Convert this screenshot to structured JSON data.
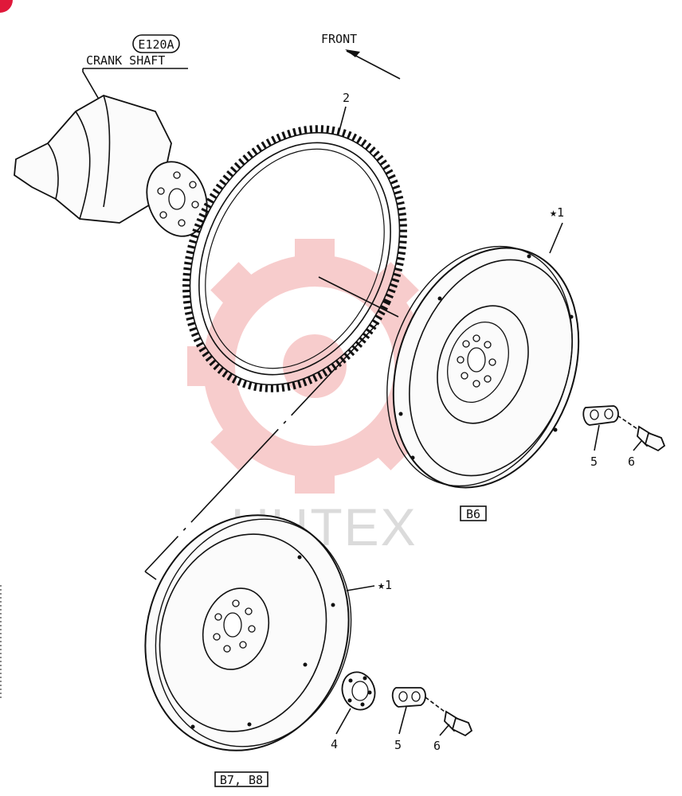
{
  "diagram": {
    "header_code": "E120A",
    "header_caption": "CRANK SHAFT",
    "direction_label": "FRONT",
    "callouts": {
      "ring_gear": "2",
      "flywheel_top": "★1",
      "flywheel_bottom": "★1",
      "plate_top": "5",
      "bolt_top": "6",
      "bearing": "4",
      "plate_bottom": "5",
      "bolt_bottom": "6"
    },
    "variant_top": "B6",
    "variant_bottom": "B7, B8",
    "watermark": "UHTEX"
  },
  "colors": {
    "line": "#111111",
    "watermark_red": "#f2a3a3",
    "corner_marker": "#e0183a"
  }
}
